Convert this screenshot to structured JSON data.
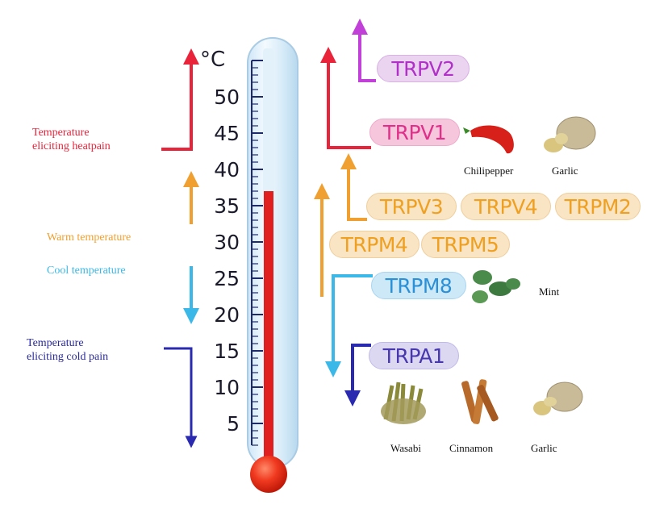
{
  "thermometer": {
    "unit_label": "°C",
    "scale_labels": [
      "50",
      "45",
      "40",
      "35",
      "30",
      "25",
      "20",
      "15",
      "10",
      "5"
    ],
    "fill_level_celsius": 37
  },
  "left_labels": {
    "heat_pain": [
      "Temperature",
      "eliciting heatpain"
    ],
    "warm": "Warm temperature",
    "cool": "Cool temperature",
    "cold_pain": [
      "Temperature",
      "eliciting cold  pain"
    ]
  },
  "channels": {
    "trpv2": "TRPV2",
    "trpv1": "TRPV1",
    "trpv3": "TRPV3",
    "trpv4": "TRPV4",
    "trpm2": "TRPM2",
    "trpm4": "TRPM4",
    "trpm5": "TRPM5",
    "trpm8": "TRPM8",
    "trpa1": "TRPA1"
  },
  "agonists": {
    "chilipepper": "Chilipepper",
    "garlic_top": "Garlic",
    "mint": "Mint",
    "wasabi": "Wasabi",
    "cinnamon": "Cinnamon",
    "garlic_bottom": "Garlic"
  },
  "colors": {
    "heat": "#e8233a",
    "trpv2": "#b030c8",
    "warm": "#f0a030",
    "cool": "#3cb8e8",
    "cold": "#2a2a9a",
    "mercury": "#e02020"
  }
}
